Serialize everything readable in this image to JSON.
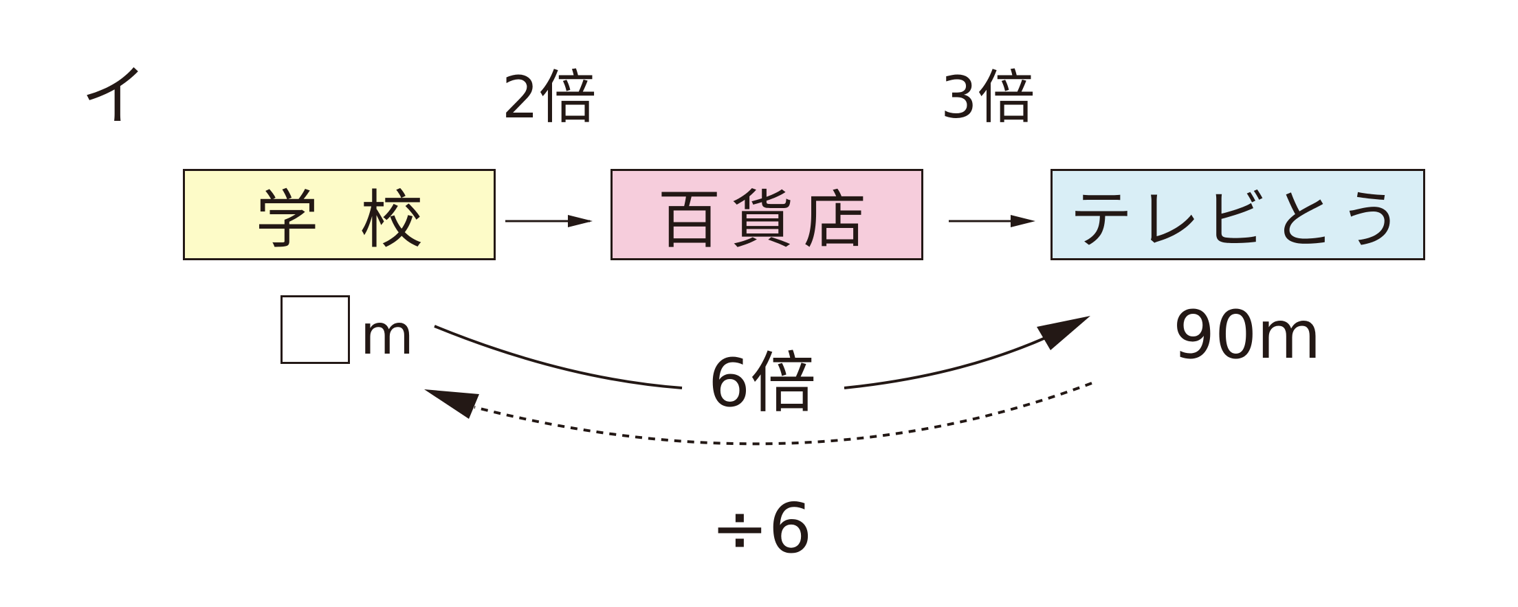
{
  "problem_label": "イ",
  "multipliers": {
    "school_to_dept": "2倍",
    "dept_to_tv": "3倍"
  },
  "places": {
    "school": "学校",
    "department_store": "百貨店",
    "tv_tower": "テレビとう"
  },
  "distances": {
    "school_unit": "m",
    "tv_tower": "90m"
  },
  "relations": {
    "forward": "6倍",
    "inverse": "÷6"
  },
  "colors": {
    "school_fill": "#fdfbc8",
    "department_store_fill": "#f6cddc",
    "tv_tower_fill": "#d9eef6",
    "ink": "#231815"
  }
}
